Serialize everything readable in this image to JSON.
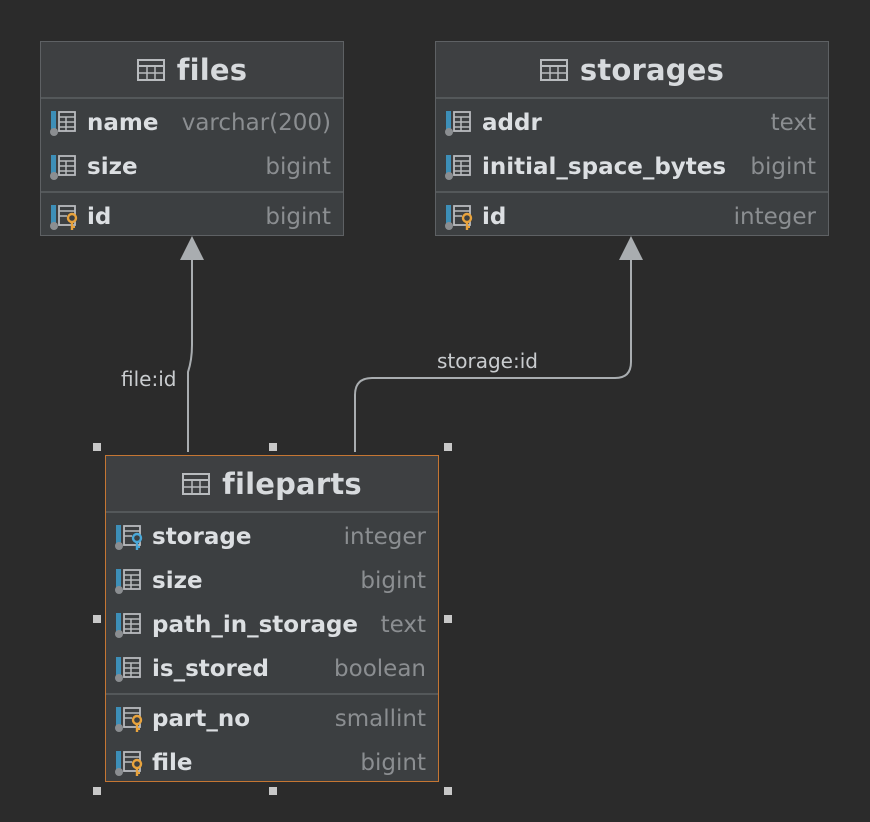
{
  "diagram": {
    "tables": [
      {
        "name": "files",
        "columns": [
          {
            "name": "name",
            "type": "varchar(200)",
            "kind": "column"
          },
          {
            "name": "size",
            "type": "bigint",
            "kind": "column"
          }
        ],
        "keys": [
          {
            "name": "id",
            "type": "bigint",
            "kind": "primary-key"
          }
        ]
      },
      {
        "name": "storages",
        "columns": [
          {
            "name": "addr",
            "type": "text",
            "kind": "column"
          },
          {
            "name": "initial_space_bytes",
            "type": "bigint",
            "kind": "column"
          }
        ],
        "keys": [
          {
            "name": "id",
            "type": "integer",
            "kind": "primary-key"
          }
        ]
      },
      {
        "name": "fileparts",
        "selected": true,
        "columns": [
          {
            "name": "storage",
            "type": "integer",
            "kind": "foreign-key"
          },
          {
            "name": "size",
            "type": "bigint",
            "kind": "column"
          },
          {
            "name": "path_in_storage",
            "type": "text",
            "kind": "column"
          },
          {
            "name": "is_stored",
            "type": "boolean",
            "kind": "column"
          }
        ],
        "keys": [
          {
            "name": "part_no",
            "type": "smallint",
            "kind": "primary-key"
          },
          {
            "name": "file",
            "type": "bigint",
            "kind": "primary-key"
          }
        ]
      }
    ],
    "relations": [
      {
        "label": "file:id",
        "from": "fileparts",
        "to": "files"
      },
      {
        "label": "storage:id",
        "from": "fileparts",
        "to": "storages"
      }
    ],
    "colors": {
      "background": "#2b2b2b",
      "entity": "#3c3f41",
      "selection": "#c57633",
      "primary_key": "#e8a33d",
      "foreign_key": "#4aa8d8",
      "column_marker": "#3d8fb8"
    }
  }
}
